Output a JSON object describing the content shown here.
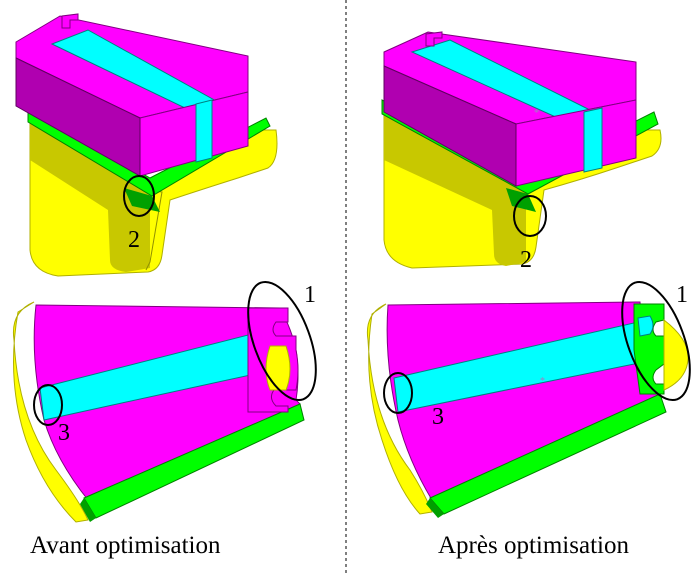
{
  "panels": {
    "left": {
      "caption": "Avant optimisation"
    },
    "right": {
      "caption": "Après optimisation"
    }
  },
  "markers": {
    "top_left": "2",
    "top_right": "2",
    "bottom_left_end": "1",
    "bottom_left_side": "3",
    "bottom_right_end": "1",
    "bottom_right_side": "3"
  },
  "colors": {
    "magenta": "#ff00ff",
    "cyan": "#00ffff",
    "green": "#00ff00",
    "yellow": "#ffff00",
    "olive": "#c8c800",
    "purple": "#b000b0",
    "dark_green": "#00a000"
  }
}
